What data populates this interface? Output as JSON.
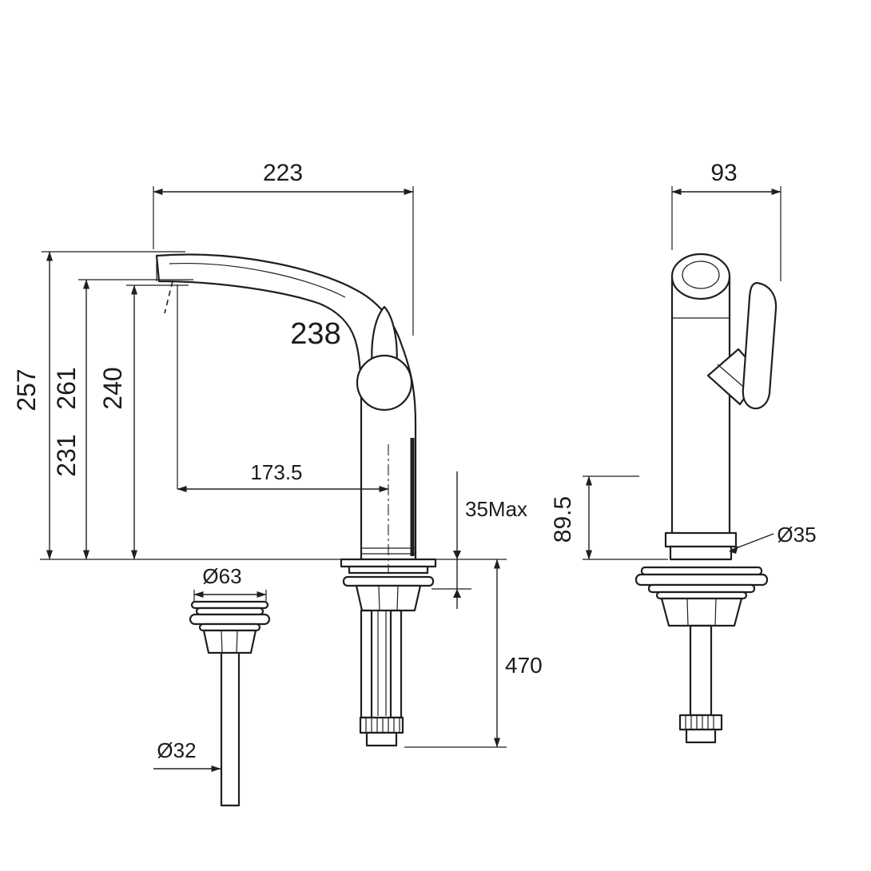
{
  "colors": {
    "background": "#ffffff",
    "line": "#1f1f1f"
  },
  "dimensions": {
    "spout_reach_top": "223",
    "front_width": "93",
    "spout_label": "238",
    "height_overall": "257",
    "height_261": "261",
    "height_240": "240",
    "height_231": "231",
    "reach_center": "173.5",
    "deck_thickness_max": "35Max",
    "front_height": "89.5",
    "drain_flange_dia": "Ø63",
    "body_dia": "Ø35",
    "supply_length": "470",
    "tail_dia": "Ø32"
  }
}
